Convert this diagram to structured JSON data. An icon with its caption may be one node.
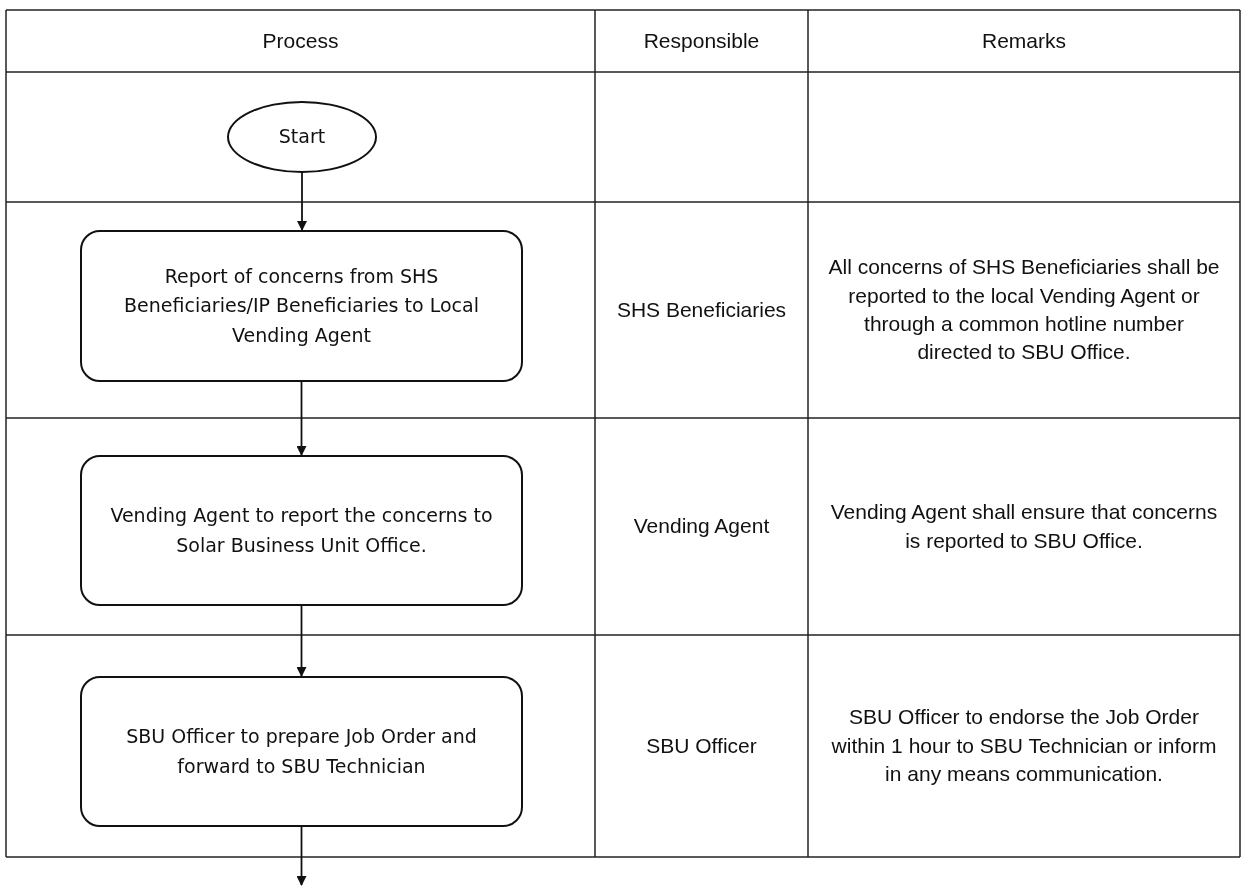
{
  "diagram": {
    "nodes": [
      {
        "text": [
          "Start"
        ]
      },
      {
        "text": [
          "Report of concerns from SHS Beneficiaries/IP Beneficiaries to Local Vending Agent"
        ]
      },
      {
        "text": [
          "Vending Agent to report the concerns to Solar Business Unit Office."
        ]
      },
      {
        "text": [
          "SBU Officer to prepare Job Order and forward to SBU Technician"
        ]
      }
    ],
    "edges": [
      {
        "from": 0,
        "to": 1,
        "arrow": "to"
      },
      {
        "from": 1,
        "to": 2,
        "arrow": "to"
      },
      {
        "from": 2,
        "to": 3,
        "arrow": "to"
      },
      {
        "from": 3,
        "to": null,
        "arrow": "to"
      }
    ],
    "labels": [
      "Process",
      "Responsible",
      "Remarks",
      "SHS Beneficiaries",
      "All concerns of SHS Beneficiaries shall be reported to the local Vending Agent or through a common hotline number directed to SBU Office.",
      "Vending Agent",
      "Vending Agent shall ensure that concerns is reported to SBU Office.",
      "SBU Officer",
      "SBU Officer to endorse the Job Order within 1 hour to SBU Technician or inform in any means communication."
    ]
  }
}
